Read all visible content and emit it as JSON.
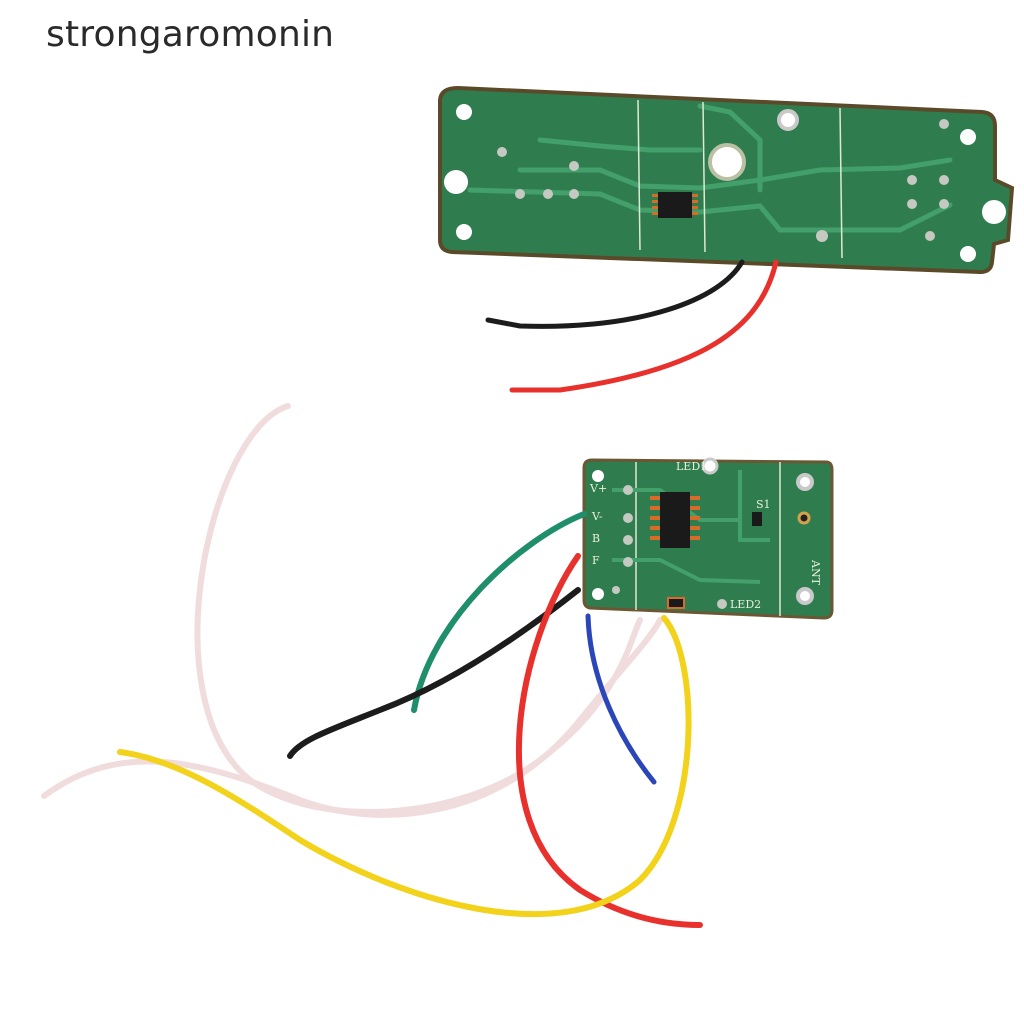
{
  "watermark": {
    "text": "strongaromonin"
  },
  "receiver_board": {
    "labels": {
      "v_plus": "V+",
      "v_minus": "V-",
      "b": "B",
      "f": "F",
      "led1": "LED1",
      "led2": "LED2",
      "s1": "S1",
      "ant": "ANT"
    }
  },
  "colors": {
    "pcb_green": "#2f7d4e",
    "pcb_edge": "#5b4a2a",
    "wire_red": "#e8312c",
    "wire_black": "#1c1c1c",
    "wire_green": "#1f8e6b",
    "wire_blue": "#2b46b8",
    "wire_yellow": "#f2d21b",
    "wire_white": "#f2dede"
  }
}
